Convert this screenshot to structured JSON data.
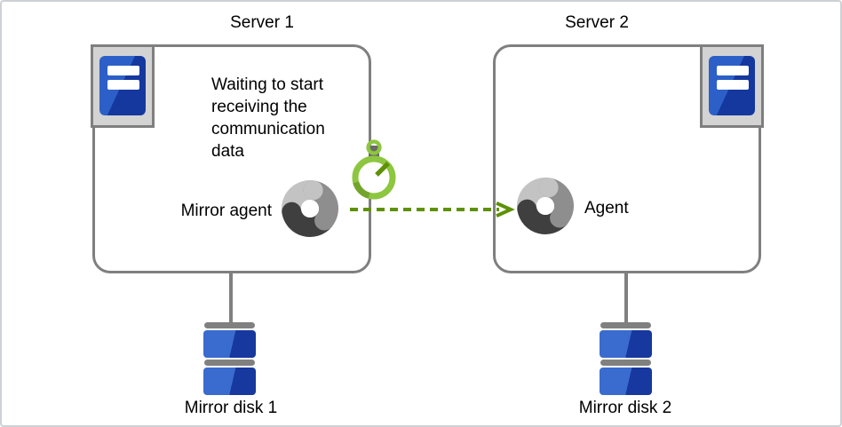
{
  "diagram": {
    "server1": {
      "title": "Server 1",
      "status_text": "Waiting to start receiving the communication data",
      "agent_label": "Mirror agent",
      "disk_label": "Mirror disk 1"
    },
    "server2": {
      "title": "Server 2",
      "agent_label": "Agent",
      "disk_label": "Mirror disk 2"
    },
    "connection": {
      "type": "dashed-arrow",
      "direction": "server1-to-server2"
    }
  },
  "icons": {
    "server": "server-icon",
    "agent": "process-donut-icon",
    "timer": "stopwatch-icon",
    "disk": "mirror-disk-icon",
    "arrow": "dashed-arrow-icon"
  },
  "colors": {
    "canvas_border": "#cdd1d5",
    "box_border": "#7f7f7f",
    "icon_frame_bg": "#d3d3d3",
    "server_blue_light": "#2c60c8",
    "server_blue_dark": "#15389e",
    "disk_blue_light": "#3a6bce",
    "disk_blue_dark": "#16389f",
    "disk_cap_gray": "#808080",
    "connector_gray": "#808080",
    "donut_light": "#c3c3c3",
    "donut_medium": "#8e8e8e",
    "donut_dark": "#3f3f3f",
    "green_accent": "#8dc63f",
    "green_shade": "#73a42b",
    "green_dark": "#5e9104",
    "stem_gray": "#6a6a6a",
    "text_color": "#000000"
  }
}
